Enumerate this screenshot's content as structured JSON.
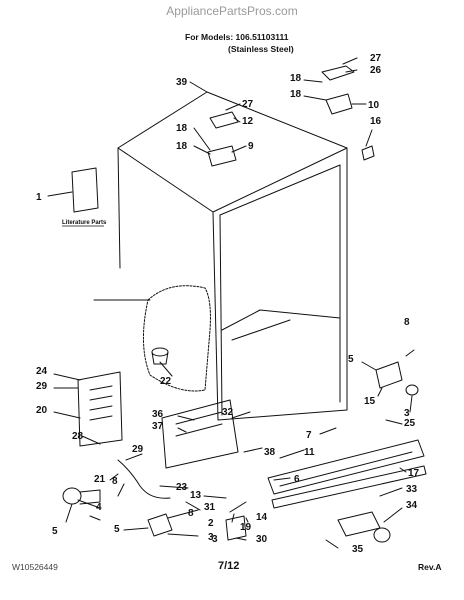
{
  "header": {
    "watermark": "AppliancePartsPros.com",
    "models_line": "For Models: 106.51103111",
    "finish_line": "(Stainless Steel)"
  },
  "literature_label": "Literature Parts",
  "footer": {
    "doc_code": "W10526449",
    "page": "7/12",
    "revision": "Rev.A"
  },
  "callouts": [
    "27",
    "26",
    "18",
    "18",
    "10",
    "16",
    "39",
    "27",
    "12",
    "18",
    "18",
    "9",
    "1",
    "8",
    "5",
    "24",
    "29",
    "22",
    "20",
    "15",
    "3",
    "25",
    "36",
    "37",
    "32",
    "38",
    "11",
    "7",
    "17",
    "28",
    "29",
    "21",
    "8",
    "23",
    "6",
    "33",
    "34",
    "4",
    "5",
    "13",
    "2",
    "31",
    "19",
    "14",
    "5",
    "3",
    "30",
    "35",
    "8",
    "3"
  ]
}
